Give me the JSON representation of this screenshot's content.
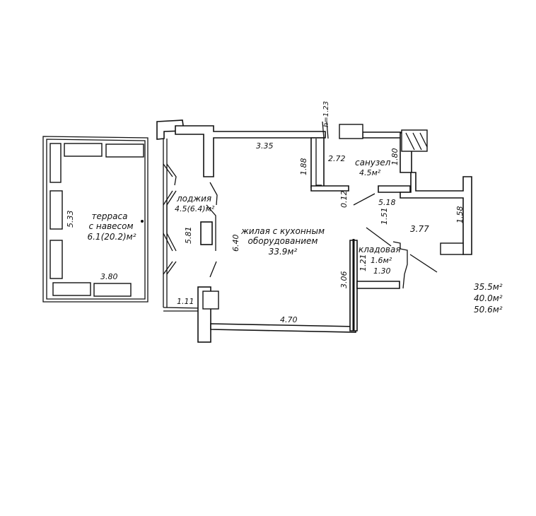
{
  "rooms": {
    "terrace": {
      "name_line1": "терраса",
      "name_line2": "с навесом",
      "area": "6.1(20.2)м²"
    },
    "loggia": {
      "name": "лоджия",
      "area": "4.5(6.4)м²"
    },
    "living": {
      "name_line1": "жилая с кухонным",
      "name_line2": "оборудованием",
      "area": "33.9м²"
    },
    "bathroom": {
      "name": "санузел",
      "area": "4.5м²"
    },
    "storage": {
      "name": "кладовая",
      "area": "1.6м²"
    }
  },
  "dimensions": {
    "terrace_height": "5.33",
    "terrace_width": "3.80",
    "loggia_height": "5.81",
    "loggia_bottom": "1.11",
    "living_top": "3.35",
    "living_height": "6.40",
    "living_bottom": "4.70",
    "partition": "1.88",
    "bath_width": "2.72",
    "bath_height": "1.80",
    "top_note": "h=1.23",
    "gap": "0.12",
    "hall_width": "5.18",
    "hall_height": "1.51",
    "hall_depth": "3.77",
    "right_wall": "1.58",
    "storage_wall": "3.06",
    "storage_height": "1.21",
    "storage_width": "1.30"
  },
  "totals": [
    "35.5м²",
    "40.0м²",
    "50.6м²"
  ]
}
